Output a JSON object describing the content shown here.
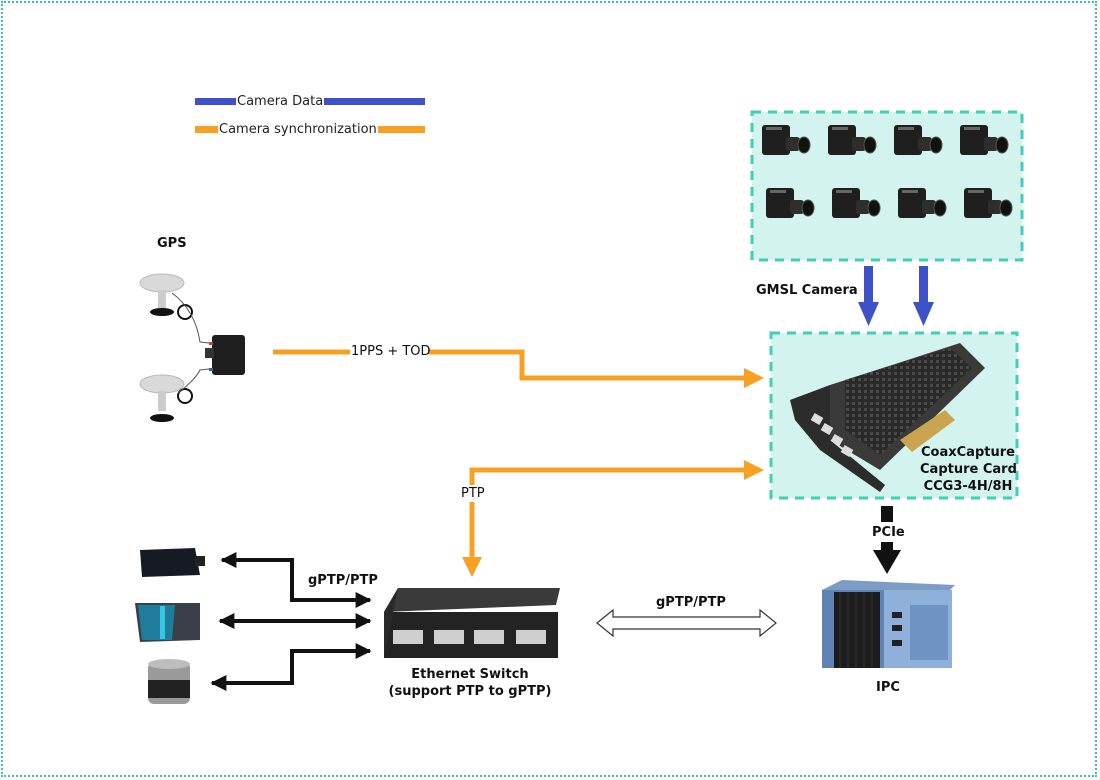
{
  "legend": {
    "items": [
      {
        "label": "Camera Data",
        "color": "#3f51c8"
      },
      {
        "label": "Camera synchronization",
        "color": "#f7a023"
      }
    ]
  },
  "colors": {
    "data_line": "#3f51c8",
    "sync_line": "#f7a023",
    "dashed_box_border": "#3ecfb5",
    "dashed_box_fill": "#d3f3ee",
    "network_line": "#111111",
    "outer_frame": "#3cbfae"
  },
  "nodes": {
    "gps": {
      "label": "GPS"
    },
    "cameras": {
      "label": "GMSL Camera",
      "count": 8
    },
    "capture_card": {
      "line1": "CoaxCapture",
      "line2": "Capture Card",
      "line3": "CCG3-4H/8H"
    },
    "ipc": {
      "label": "IPC"
    },
    "switch": {
      "line1": "Ethernet Switch",
      "line2": "(support PTP to gPTP)"
    },
    "sensors": [
      {
        "name": "camera-sensor"
      },
      {
        "name": "lidar-solid-state"
      },
      {
        "name": "lidar-mechanical"
      }
    ]
  },
  "connections": {
    "gps_to_card": "1PPS + TOD",
    "switch_to_card": "PTP",
    "card_to_ipc": "PCIe",
    "sensors_to_switch": "gPTP/PTP",
    "switch_to_ipc": "gPTP/PTP"
  }
}
